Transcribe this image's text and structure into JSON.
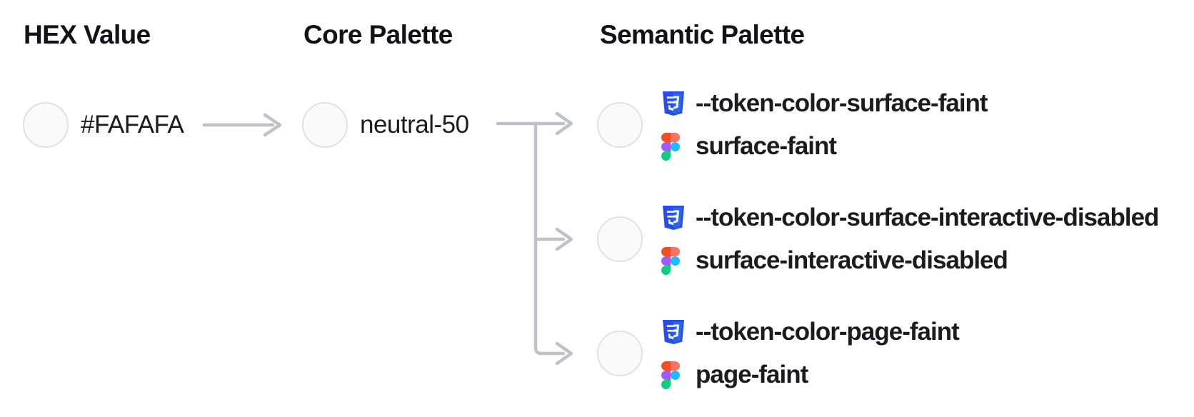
{
  "colors": {
    "background": "#FFFFFF",
    "heading_text": "#111318",
    "body_text": "#1A1C20",
    "connector": "#BFC2C9",
    "swatch_fill": "#FAFAFA",
    "swatch_border": "#DFE1E6",
    "css_logo_dark_blue": "#264DE4",
    "css_logo_light_blue": "#2965F1",
    "figma_orange": "#F24E1E",
    "figma_salmon": "#FF7262",
    "figma_purple": "#A259FF",
    "figma_blue": "#1ABCFE",
    "figma_green": "#0ACF83"
  },
  "columns": {
    "hex": {
      "title": "HEX Value"
    },
    "core": {
      "title": "Core Palette"
    },
    "semantic": {
      "title": "Semantic Palette"
    }
  },
  "hex_node": {
    "value": "#FAFAFA",
    "swatch_color": "#FAFAFA"
  },
  "core_node": {
    "name": "neutral-50",
    "swatch_color": "#FAFAFA"
  },
  "semantic_nodes": [
    {
      "css_variable": "--token-color-surface-faint",
      "figma_style": "surface-faint",
      "swatch_color": "#FAFAFA"
    },
    {
      "css_variable": "--token-color-surface-interactive-disabled",
      "figma_style": "surface-interactive-disabled",
      "swatch_color": "#FAFAFA"
    },
    {
      "css_variable": "--token-color-page-faint",
      "figma_style": "page-faint",
      "swatch_color": "#FAFAFA"
    }
  ],
  "icons": {
    "css": "css3-badge-icon",
    "figma": "figma-logo-icon"
  }
}
